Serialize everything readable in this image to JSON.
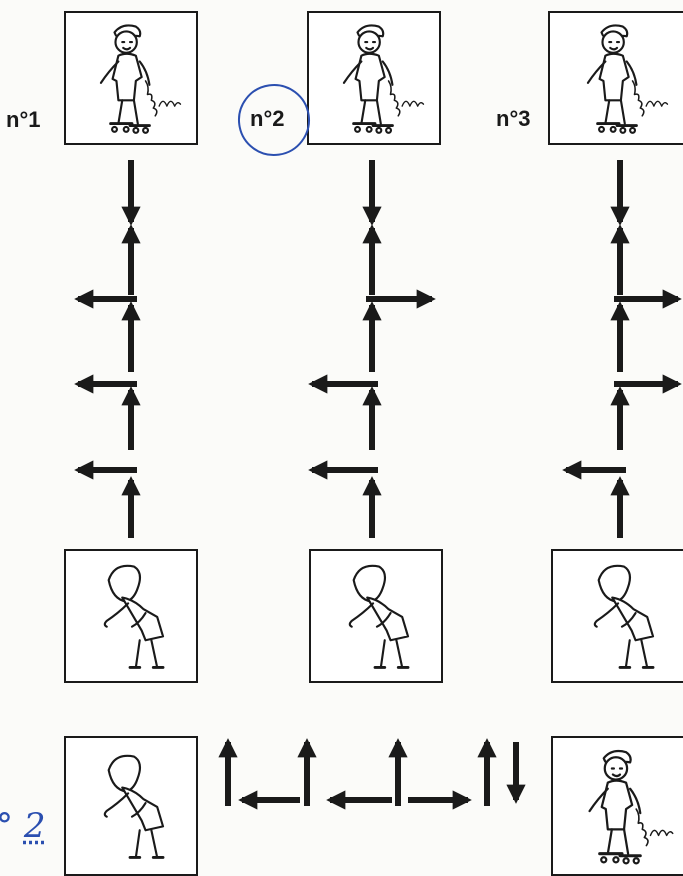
{
  "labels": {
    "n1": "n°1",
    "n2": "n°2",
    "n3": "n°3"
  },
  "answer": {
    "prefix": "°",
    "value": "2"
  },
  "figures": {
    "top_row": "boy-on-skates-icon",
    "middle_row": "girl-bending-icon",
    "bottom_left": "girl-bending-icon",
    "bottom_right": "boy-on-skates-icon"
  },
  "colors": {
    "ink": "#1a1a1a",
    "pen": "#2b4fb0"
  }
}
